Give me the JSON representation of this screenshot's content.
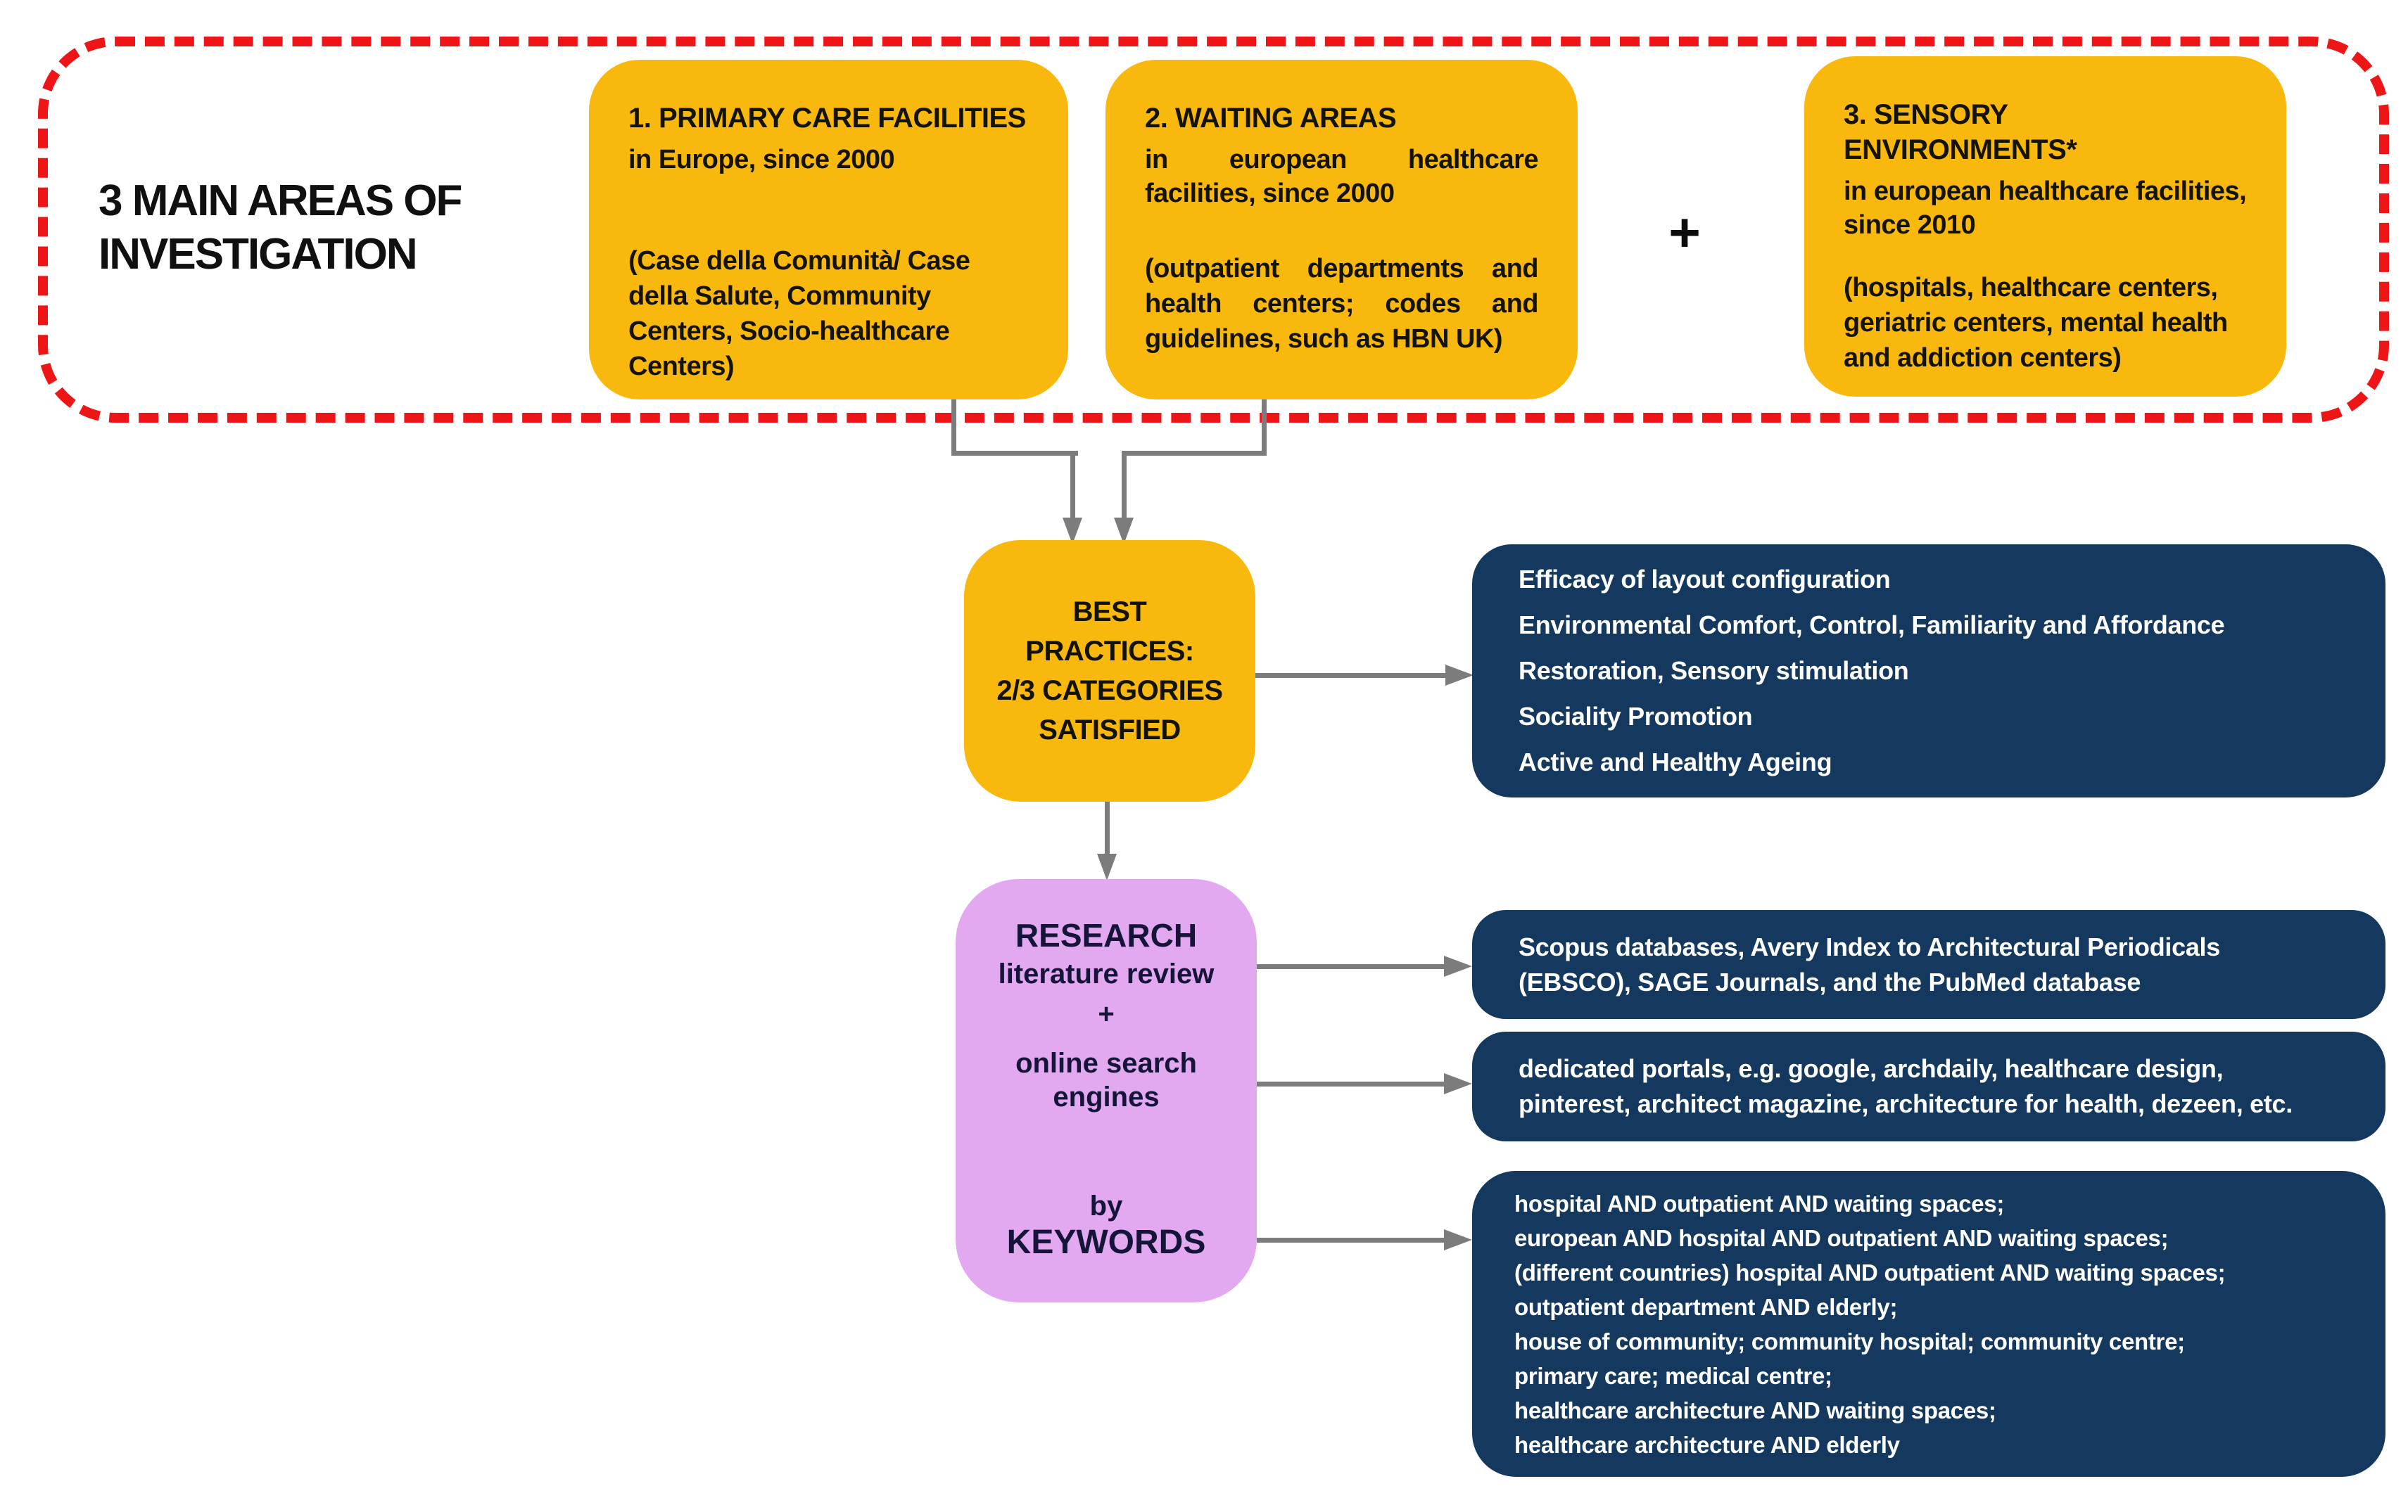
{
  "palette": {
    "yellow": "#F9B80E",
    "navy": "#15395E",
    "purple": "#E2A8F0",
    "red_dash": "#ED1515",
    "arrow_gray": "#7C7C7C",
    "text_dark": "#101010",
    "text_light": "#FFFFFF"
  },
  "investigation": {
    "label_line1": "3 MAIN AREAS OF",
    "label_line2": "INVESTIGATION",
    "plus": "+",
    "areas": [
      {
        "title": "1. PRIMARY CARE FACILITIES",
        "subtitle": "in Europe, since 2000",
        "detail": "(Case della Comunità/ Case della Salute, Community Centers, Socio-healthcare Centers)"
      },
      {
        "title": "2. WAITING AREAS",
        "subtitle": "in european healthcare facilities, since 2000",
        "detail": "(outpatient departments and health centers; codes and guidelines, such as HBN UK)"
      },
      {
        "title": "3. SENSORY ENVIRONMENTS*",
        "subtitle": "in european healthcare facilities, since 2010",
        "detail": "(hospitals, healthcare centers, geriatric centers, mental health and addiction centers)"
      }
    ]
  },
  "best_practices": {
    "lines": [
      "BEST",
      "PRACTICES:",
      "2/3 CATEGORIES",
      "SATISFIED"
    ]
  },
  "outcomes": {
    "items": [
      "Efficacy of layout configuration",
      "Environmental Comfort, Control, Familiarity and Affordance",
      "Restoration, Sensory stimulation",
      "Sociality Promotion",
      "Active and Healthy Ageing"
    ]
  },
  "research": {
    "title": "RESEARCH",
    "subtitle": "literature review",
    "plus": "+",
    "method2": "online search engines",
    "by": "by",
    "keywords_label": "KEYWORDS"
  },
  "sources": {
    "databases": "Scopus databases, Avery Index to Architectural Periodicals (EBSCO), SAGE Journals, and the PubMed database",
    "portals": "dedicated portals, e.g. google, archdaily, healthcare design, pinterest, architect magazine, architecture for health, dezeen, etc.",
    "keywords": [
      "hospital AND outpatient AND waiting spaces;",
      "european AND hospital AND outpatient AND waiting spaces;",
      "(different countries) hospital AND outpatient AND waiting spaces;",
      "outpatient department AND elderly;",
      "house of community; community hospital; community centre;",
      "primary care; medical centre;",
      "healthcare architecture AND waiting spaces;",
      "healthcare architecture AND elderly"
    ]
  }
}
